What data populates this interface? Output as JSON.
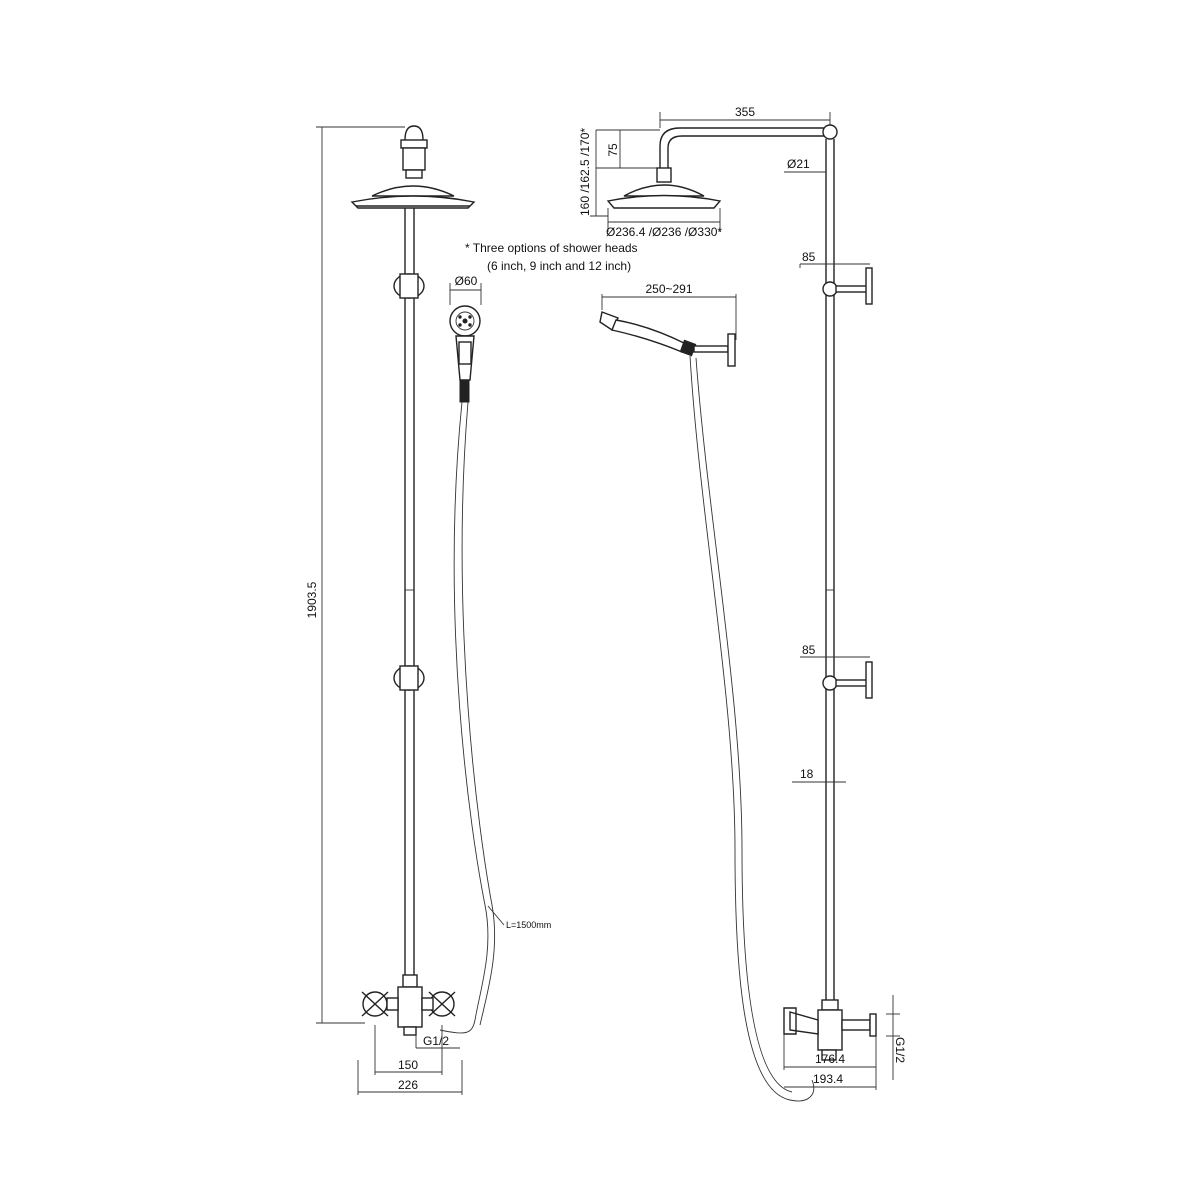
{
  "dimensions": {
    "total_height": "1903.5",
    "hand_shower_diameter": "Ø60",
    "hose_length": "L=1500mm",
    "valve_connection_front": "G1/2",
    "valve_inner_width": "150",
    "valve_outer_width": "226",
    "arm_length": "355",
    "head_drop": "75",
    "head_height_options": "160 /162.5 /170*",
    "rod_diameter": "Ø21",
    "head_diameters": "Ø236.4 /Ø236 /Ø330*",
    "bracket_offset_upper": "85",
    "holder_reach": "250~291",
    "bracket_offset_lower": "85",
    "rod_joint": "18",
    "valve_depth_1": "176.4",
    "valve_depth_2": "193.4",
    "valve_connection_side": "G1/2"
  },
  "notes": {
    "line1": "* Three options of shower heads",
    "line2": "(6 inch, 9 inch and 12 inch)"
  }
}
